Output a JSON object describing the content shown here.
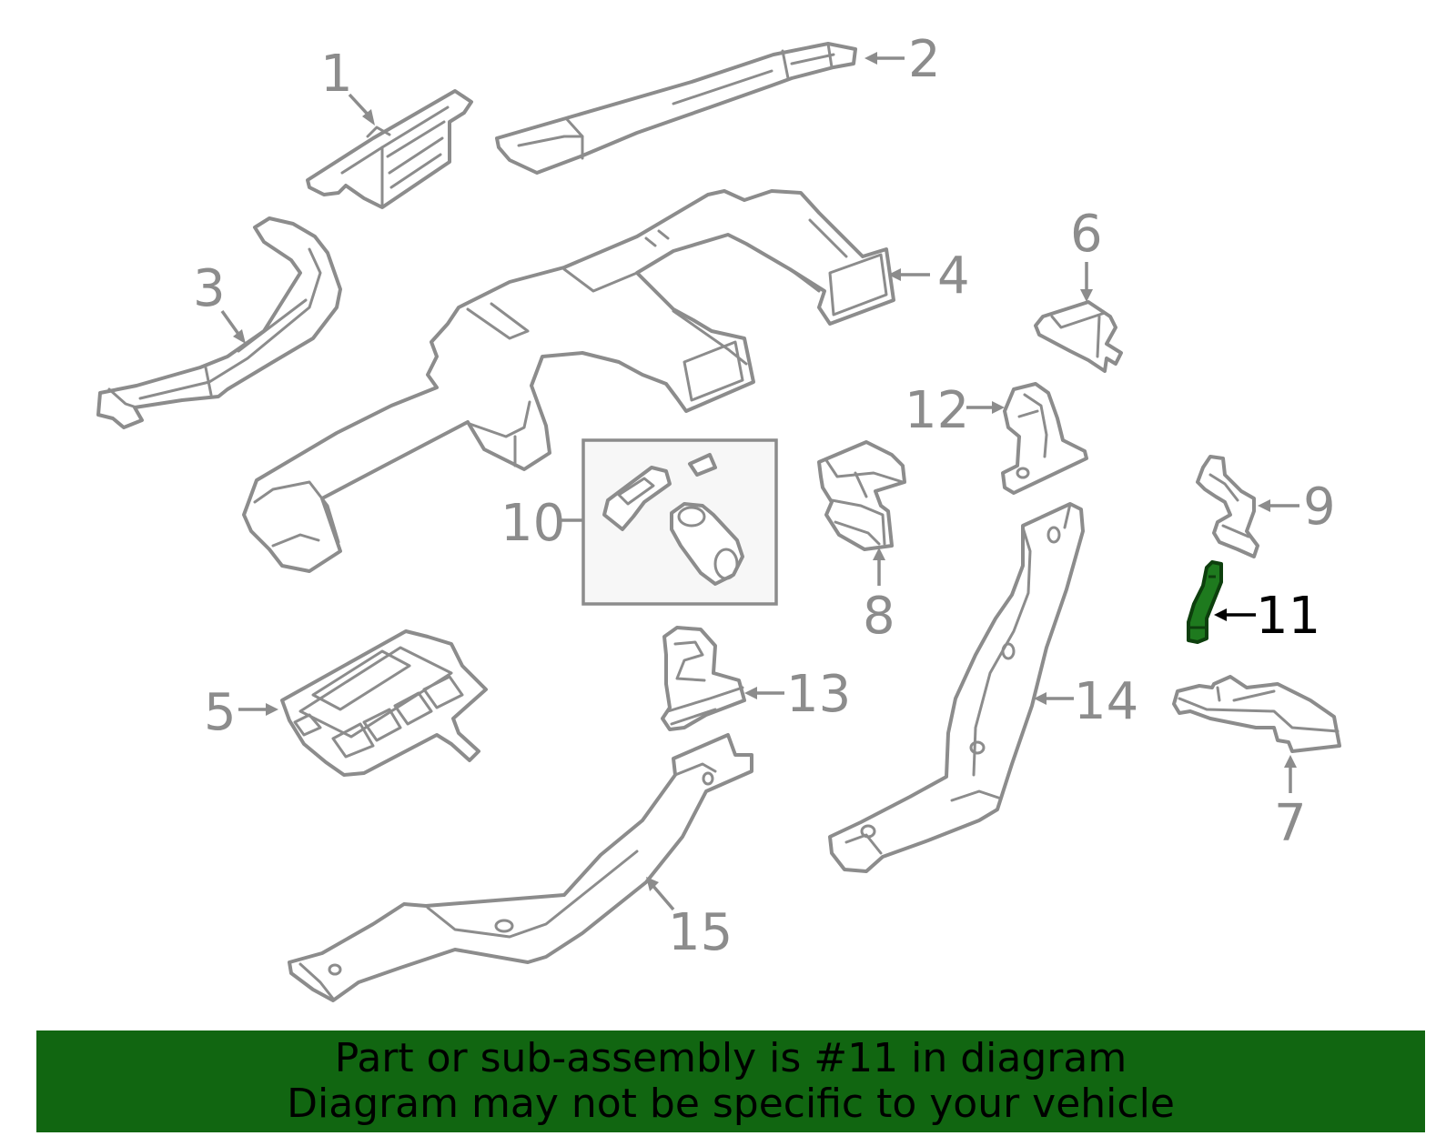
{
  "callouts": {
    "c1": "1",
    "c2": "2",
    "c3": "3",
    "c4": "4",
    "c5": "5",
    "c6": "6",
    "c7": "7",
    "c8": "8",
    "c9": "9",
    "c10": "10",
    "c11": "11",
    "c12": "12",
    "c13": "13",
    "c14": "14",
    "c15": "15"
  },
  "highlight": {
    "callout": "11",
    "color": "#1e7a1e"
  },
  "banner": {
    "line1": "Part or sub-assembly is #11 in diagram",
    "line2": "Diagram may not be specific to your vehicle",
    "background": "#116611"
  }
}
